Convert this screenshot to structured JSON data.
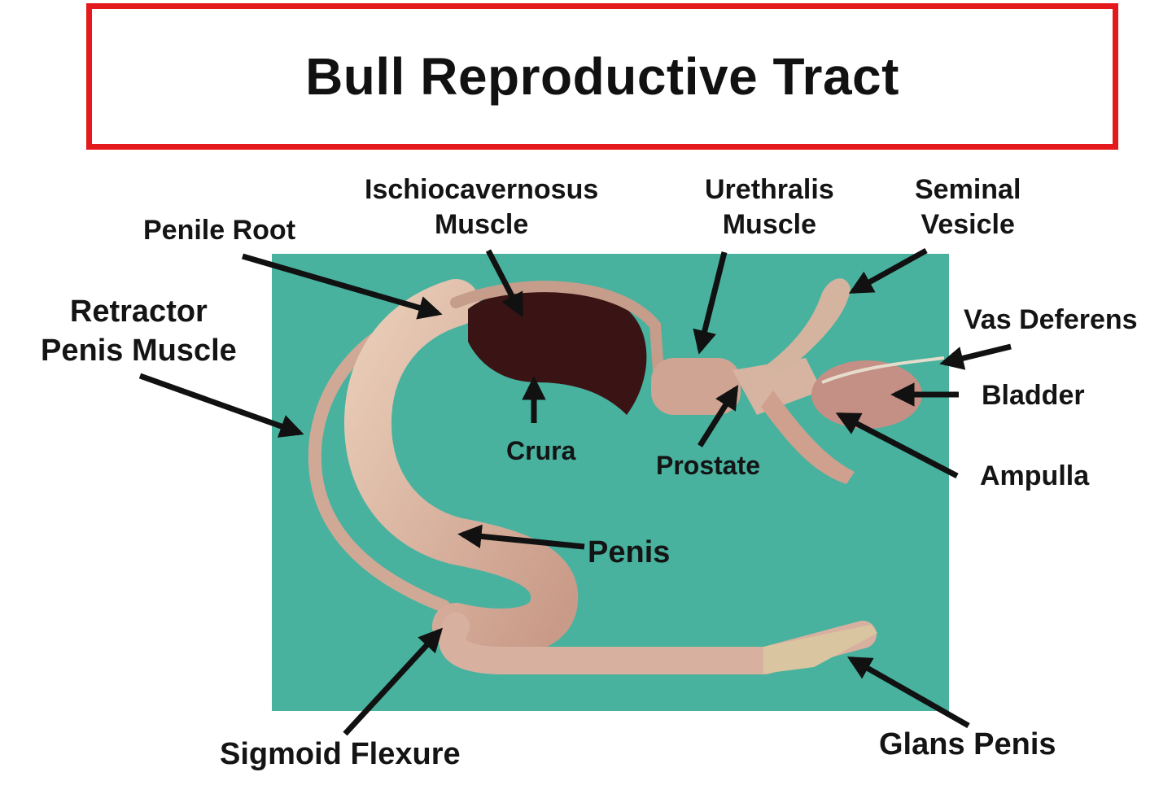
{
  "title": "Bull Reproductive Tract",
  "colors": {
    "title_border": "#e3191b",
    "drape": "#4fb8a4",
    "tissue": "#d9b8a6",
    "crura": "#3a1414",
    "arrow": "#111111"
  },
  "labels": {
    "penile_root": "Penile Root",
    "ischiocavernosus_1": "Ischiocavernosus",
    "ischiocavernosus_2": "Muscle",
    "urethralis_1": "Urethralis",
    "urethralis_2": "Muscle",
    "seminal_1": "Seminal",
    "seminal_2": "Vesicle",
    "retractor_1": "Retractor",
    "retractor_2": "Penis Muscle",
    "vas_deferens": "Vas Deferens",
    "bladder": "Bladder",
    "crura": "Crura",
    "prostate": "Prostate",
    "ampulla": "Ampulla",
    "penis": "Penis",
    "sigmoid_flexure": "Sigmoid Flexure",
    "glans_penis": "Glans Penis"
  }
}
